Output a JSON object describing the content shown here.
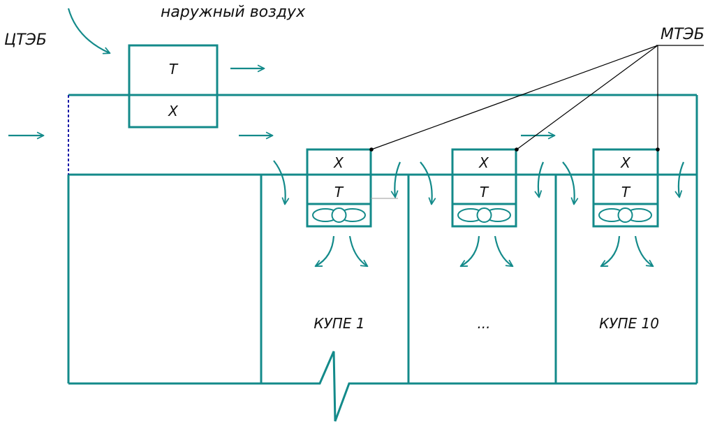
{
  "labels": {
    "outside_air": "наружный воздух",
    "central_unit": "ЦТЭБ",
    "local_units": "МТЭБ",
    "compartment_first": "КУПЕ 1",
    "compartment_middle": "...",
    "compartment_last": "КУПЕ 10"
  },
  "central_block": {
    "top": "Т",
    "bottom": "Х"
  },
  "local_blocks": [
    {
      "top": "Х",
      "bottom": "Т"
    },
    {
      "top": "Х",
      "bottom": "Т"
    },
    {
      "top": "Х",
      "bottom": "Т"
    }
  ],
  "colors": {
    "line": "#138a8a",
    "dashed": "#1a1aa8",
    "leader": "#000000"
  }
}
